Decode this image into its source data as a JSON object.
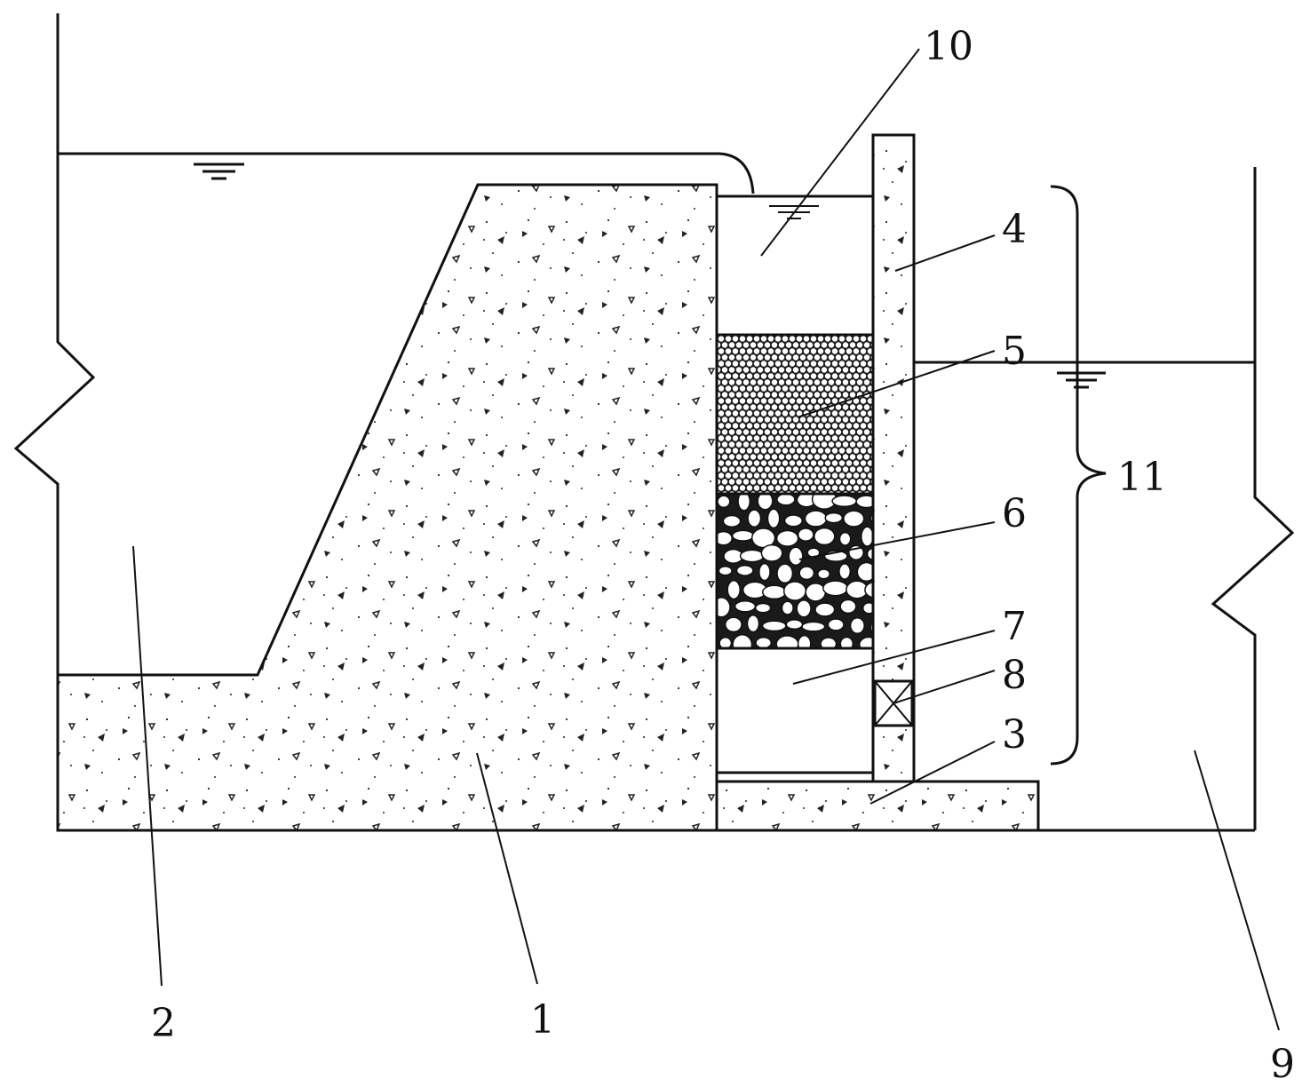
{
  "diagram": {
    "labels": {
      "dam_body": "1",
      "upstream_reservoir": "2",
      "base_slab": "3",
      "vertical_wall": "4",
      "fine_filter_layer": "5",
      "gravel_layer": "6",
      "bottom_chamber": "7",
      "valve": "8",
      "downstream_water": "9",
      "top_water_chamber": "10",
      "filter_unit": "11"
    },
    "colors": {
      "line": "#111111",
      "concrete_fill": "#ffffff",
      "mesh_fill": "#222222"
    }
  }
}
